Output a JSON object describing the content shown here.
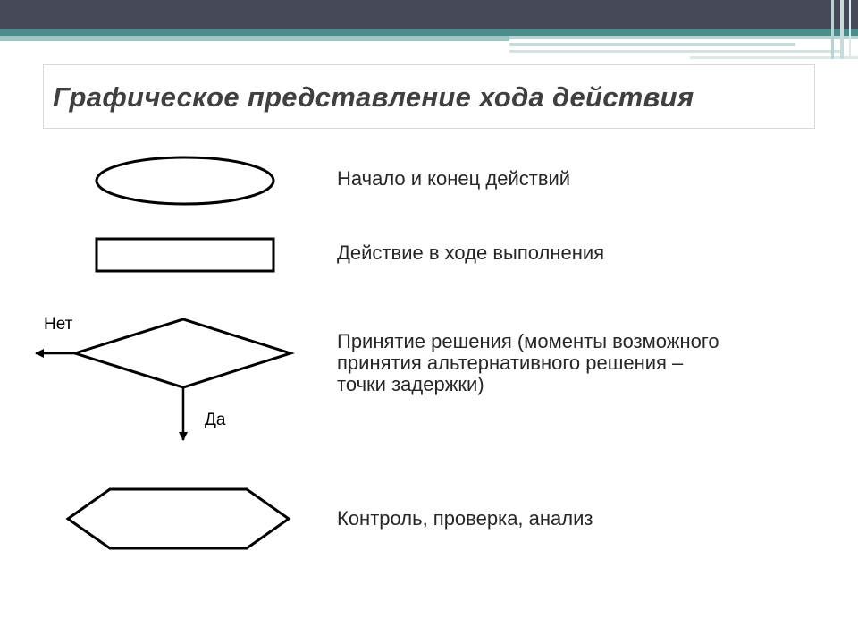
{
  "slide": {
    "title": "Графическое представление хода действия"
  },
  "legend": [
    {
      "symbol": "ellipse-icon",
      "lines": [
        "Начало и конец действий"
      ]
    },
    {
      "symbol": "rectangle-icon",
      "lines": [
        "Действие в ходе выполнения"
      ]
    },
    {
      "symbol": "diamond-icon",
      "lines": [
        "Принятие решения (моменты возможного",
        "принятия альтернативного решения –",
        "точки задержки)"
      ]
    },
    {
      "symbol": "hexagon-icon",
      "lines": [
        "Контроль, проверка, анализ"
      ]
    }
  ],
  "decision": {
    "no_label": "Нет",
    "yes_label": "Да"
  },
  "colors": {
    "band_dark": "#464a58",
    "band_teal": "#4a8c8c",
    "title_text": "#404040",
    "stroke": "#000000"
  }
}
